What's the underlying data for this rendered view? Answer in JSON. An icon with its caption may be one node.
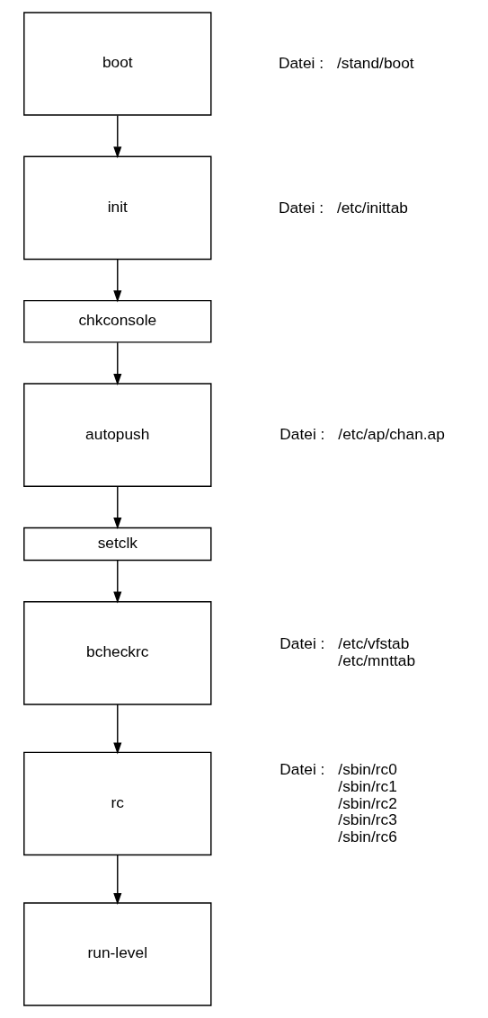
{
  "diagram": {
    "nodes": [
      {
        "text": [
          "boot"
        ],
        "beside": [
          "Datei :",
          "/stand/boot"
        ]
      },
      {
        "text": [
          "init"
        ],
        "beside": [
          "Datei :",
          "/etc/inittab"
        ]
      },
      {
        "text": [
          "chkconsole"
        ]
      },
      {
        "text": [
          "autopush"
        ],
        "beside": [
          "Datei :",
          "/etc/ap/chan.ap"
        ]
      },
      {
        "text": [
          "setclk"
        ]
      },
      {
        "text": [
          "bcheckrc"
        ],
        "beside": [
          "Datei :",
          "/etc/vfstab /etc/mnttab"
        ]
      },
      {
        "text": [
          "rc"
        ],
        "beside": [
          "Datei :",
          "/sbin/rc0 /sbin/rc1 /sbin/rc2 /sbin/rc3 /sbin/rc6"
        ]
      },
      {
        "text": [
          "run-level"
        ]
      }
    ],
    "edges": [
      {
        "from": 0,
        "to": 1,
        "arrow": "to"
      },
      {
        "from": 1,
        "to": 2,
        "arrow": "to"
      },
      {
        "from": 2,
        "to": 3,
        "arrow": "to"
      },
      {
        "from": 3,
        "to": 4,
        "arrow": "to"
      },
      {
        "from": 4,
        "to": 5,
        "arrow": "to"
      },
      {
        "from": 5,
        "to": 6,
        "arrow": "to"
      },
      {
        "from": 6,
        "to": 7,
        "arrow": "to"
      }
    ]
  }
}
